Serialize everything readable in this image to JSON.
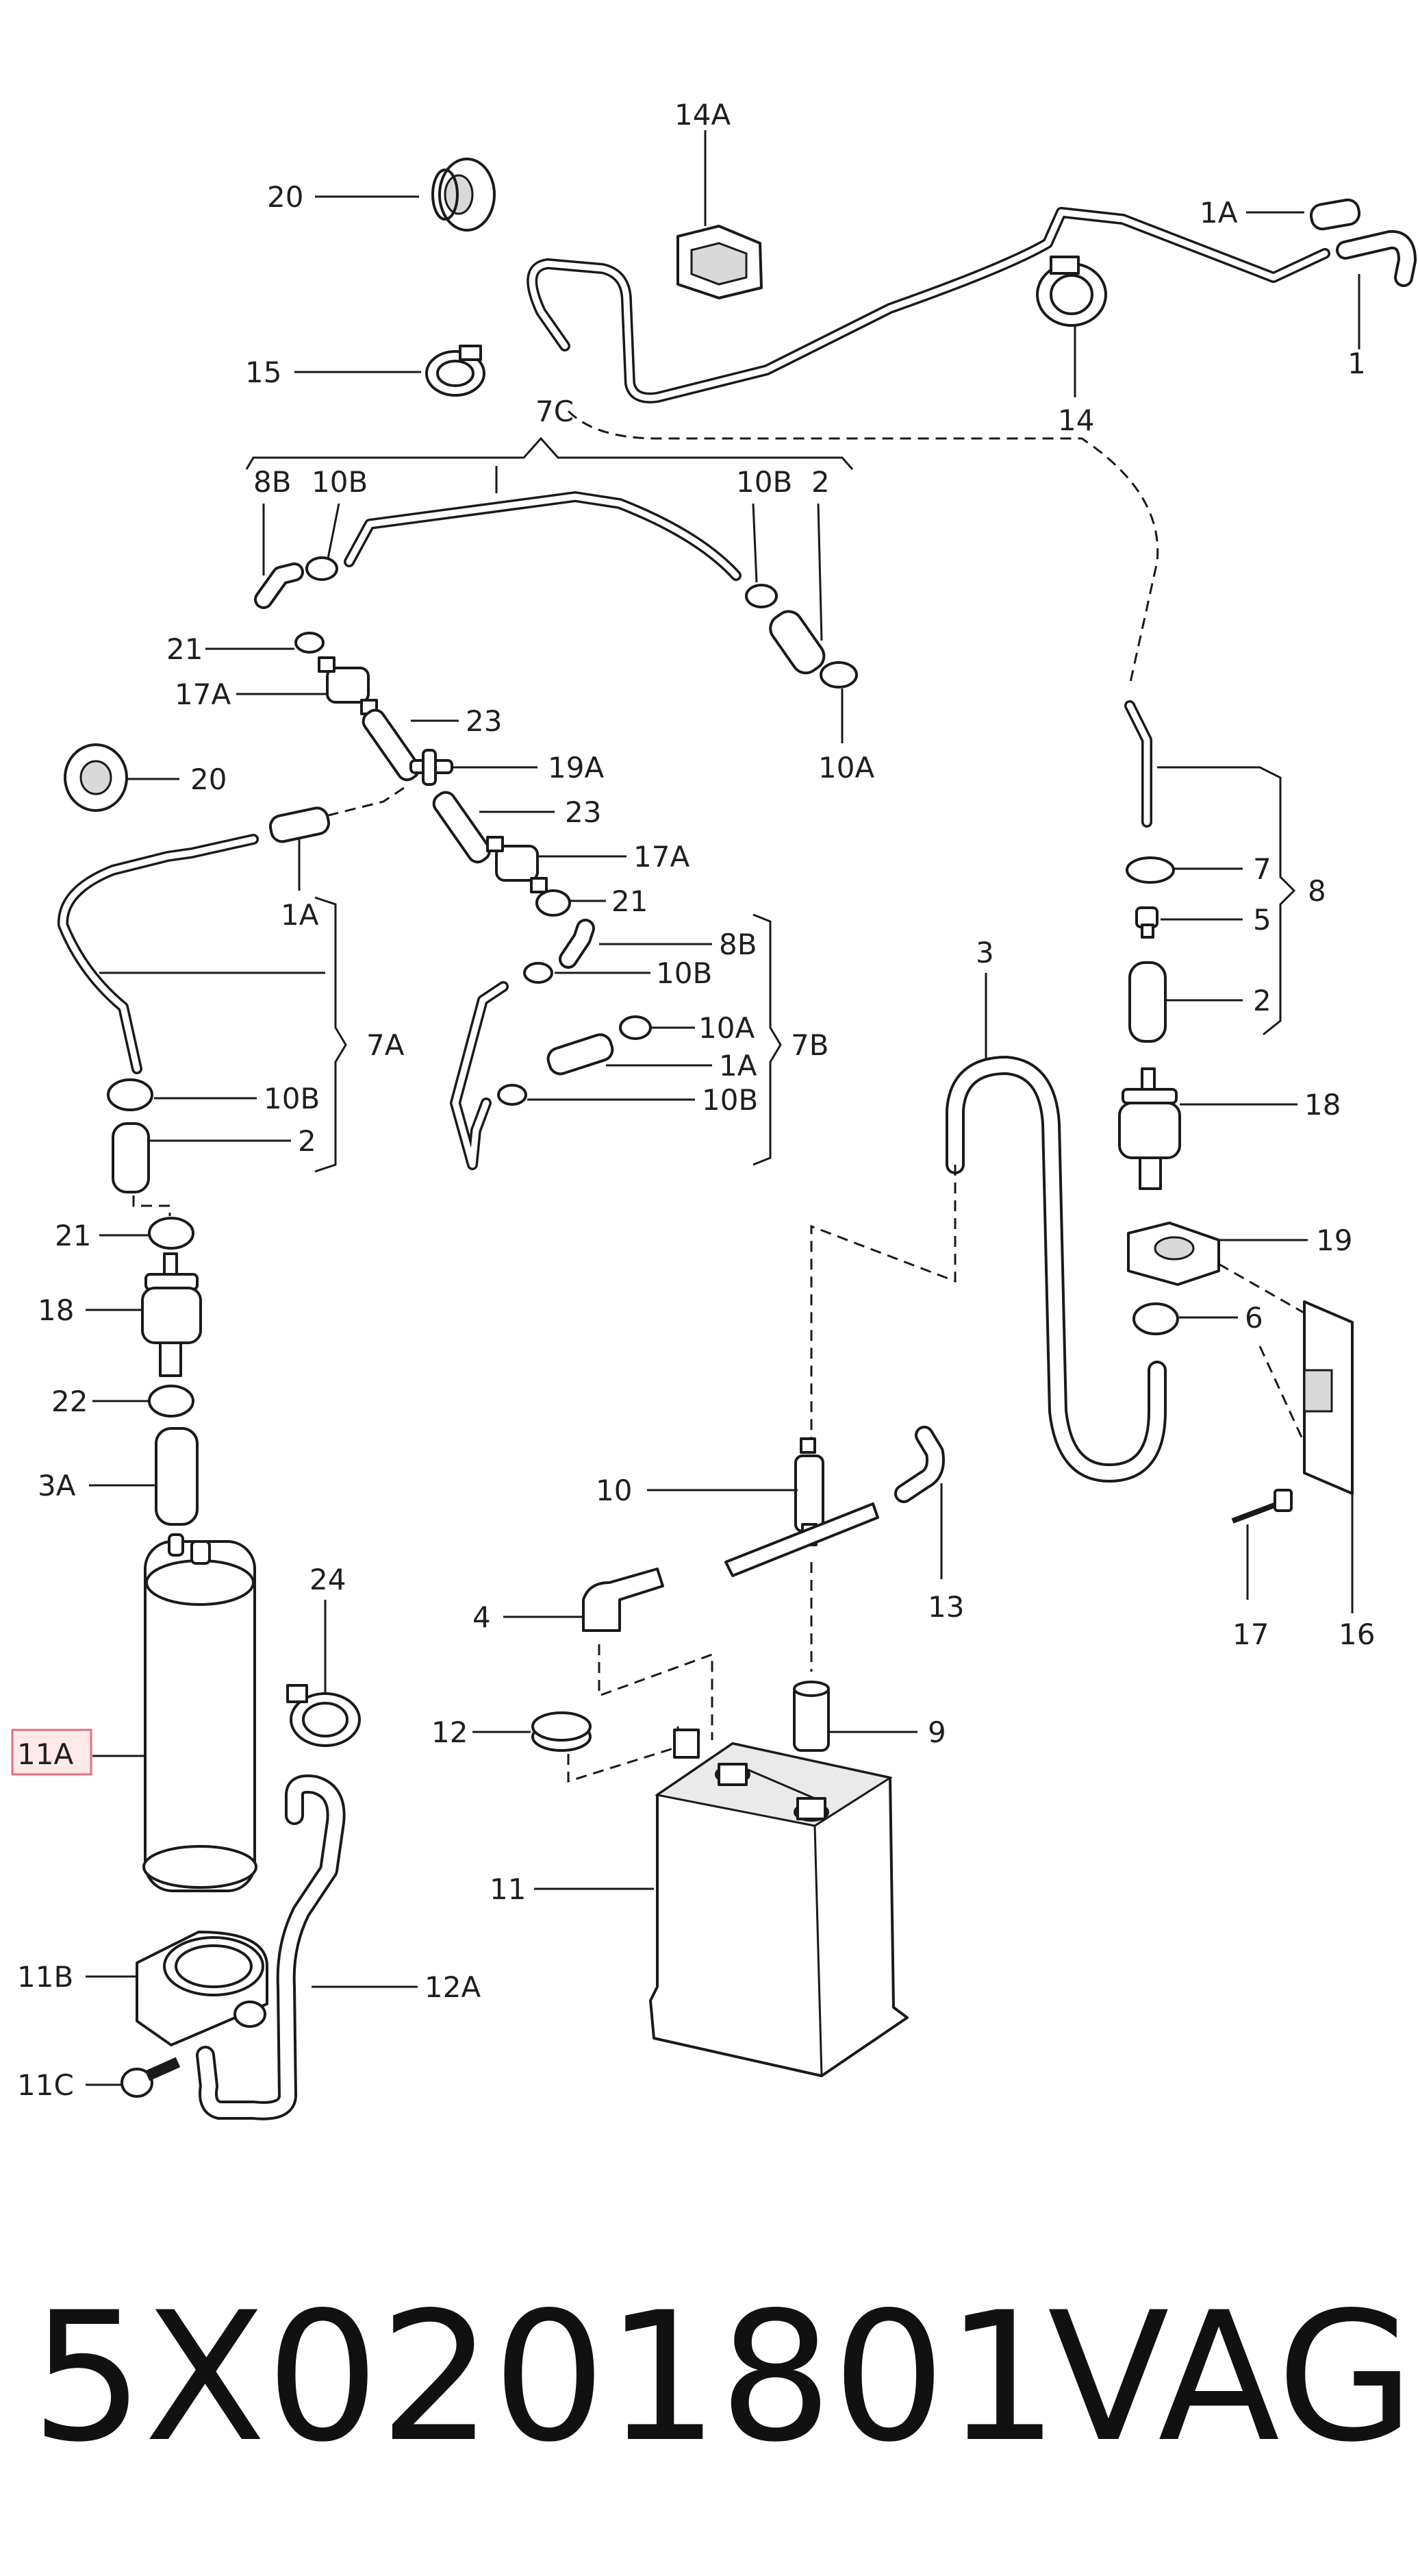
{
  "labels": {
    "l_1": "1",
    "l_1A_top": "1A",
    "l_14A": "14A",
    "l_14": "14",
    "l_20_top": "20",
    "l_15": "15",
    "l_7C": "7C",
    "l_8B_a": "8B",
    "l_10B_a": "10B",
    "l_10B_b": "10B",
    "l_2_a": "2",
    "l_21_a": "21",
    "l_17A_a": "17A",
    "l_23_a": "23",
    "l_10A_a": "10A",
    "l_20_mid": "20",
    "l_19A": "19A",
    "l_23_b": "23",
    "l_1A_mid": "1A",
    "l_17A_b": "17A",
    "l_21_b": "21",
    "l_8B_b": "8B",
    "l_10B_c": "10B",
    "l_10A_b": "10A",
    "l_1A_b": "1A",
    "l_10B_d": "10B",
    "l_7B": "7B",
    "l_7A": "7A",
    "l_10B_e": "10B",
    "l_2_b": "2",
    "l_7": "7",
    "l_5": "5",
    "l_2_c": "2",
    "l_8": "8",
    "l_18_r": "18",
    "l_19": "19",
    "l_6": "6",
    "l_16": "16",
    "l_17": "17",
    "l_3": "3",
    "l_21_c": "21",
    "l_18_l": "18",
    "l_22": "22",
    "l_3A": "3A",
    "l_10": "10",
    "l_13": "13",
    "l_4": "4",
    "l_24": "24",
    "l_11A": "11A",
    "l_12": "12",
    "l_9": "9",
    "l_11": "11",
    "l_11B": "11B",
    "l_12A": "12A",
    "l_11C": "11C"
  },
  "footer": {
    "part_number": "5X0201801",
    "brand": "VAG"
  },
  "colors": {
    "highlight_fill": "#fde8ea",
    "highlight_stroke": "#e0707e"
  }
}
